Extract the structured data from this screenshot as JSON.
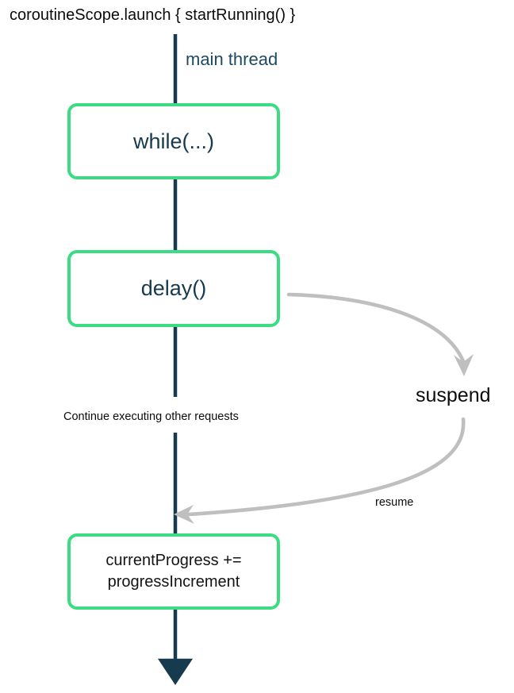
{
  "diagram": {
    "title": "coroutineScope.launch { startRunning() }",
    "thread_label": "main thread",
    "colors": {
      "node_border": "#3ddc84",
      "timeline": "#163a4e",
      "curve_arrow": "#bfbfbf",
      "navy_text": "#163a4e",
      "dark_text": "#0c0c0c",
      "background": "#ffffff"
    },
    "nodes": [
      {
        "id": "while",
        "label": "while(...)",
        "text_color": "#163a4e"
      },
      {
        "id": "delay",
        "label": "delay()",
        "text_color": "#163a4e"
      },
      {
        "id": "progress",
        "label_line1": "currentProgress +=",
        "label_line2": "progressIncrement",
        "text_color": "#141414"
      }
    ],
    "annotations": {
      "continue": "Continue executing other requests",
      "suspend": "suspend",
      "resume": "resume"
    },
    "edges": [
      {
        "id": "suspend-curve",
        "from": "delay",
        "to": "suspend",
        "label": "suspend",
        "style": "curved-arrow",
        "color": "#bfbfbf"
      },
      {
        "id": "resume-curve",
        "from": "suspend",
        "to": "main-thread",
        "label": "resume",
        "style": "curved-arrow",
        "color": "#bfbfbf"
      },
      {
        "id": "timeline",
        "from": "launch",
        "to": "end",
        "style": "vertical-arrow",
        "color": "#163a4e"
      }
    ]
  }
}
